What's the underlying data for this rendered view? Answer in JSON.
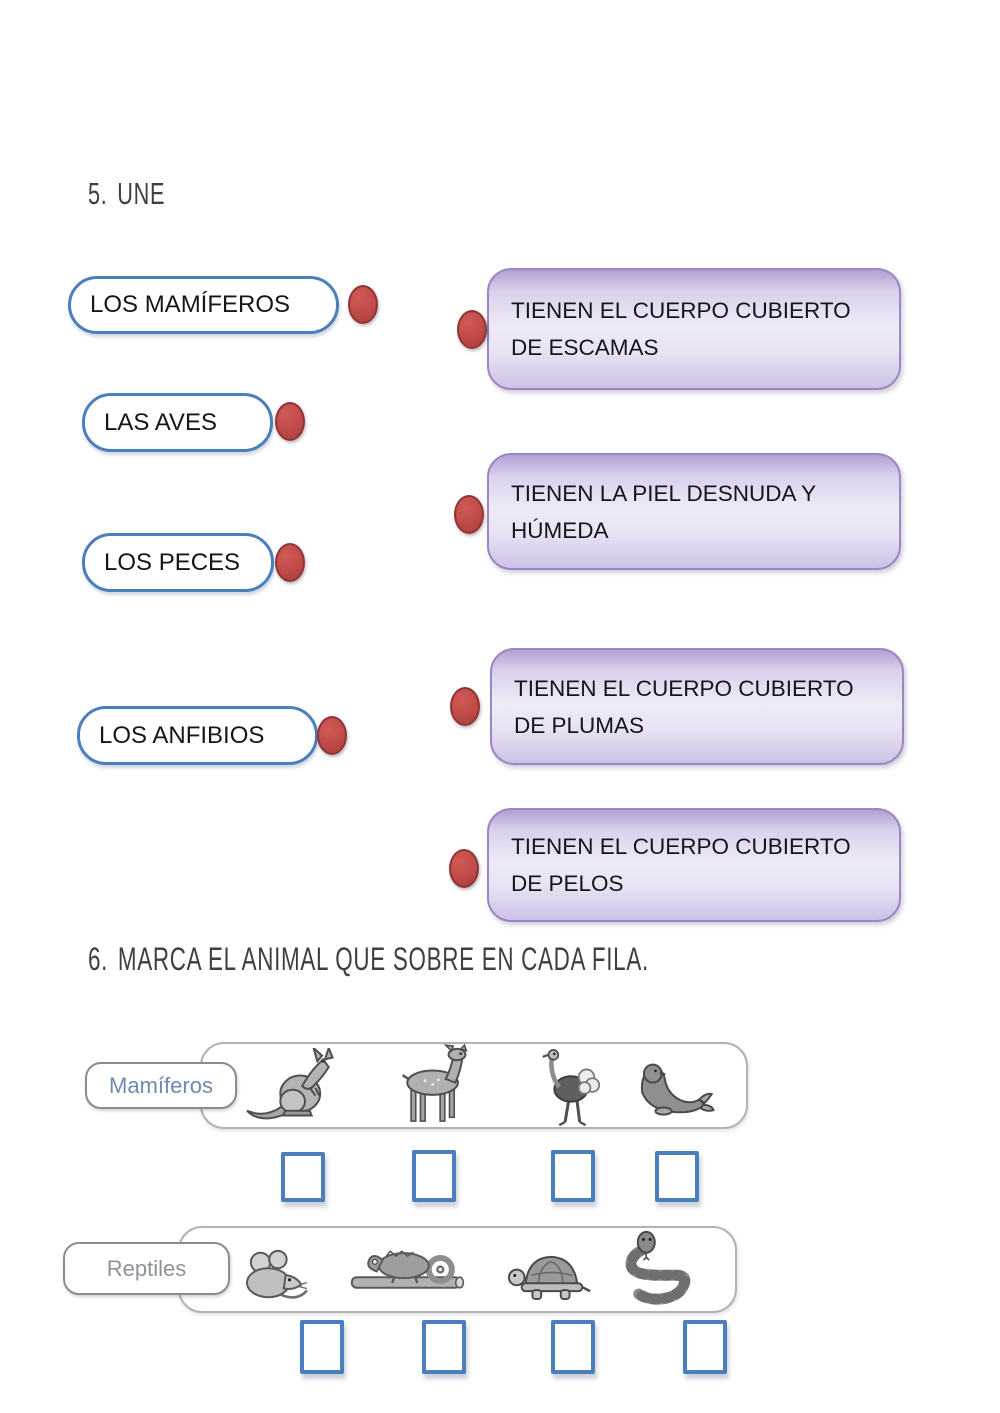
{
  "colors": {
    "accent_blue": "#4a7ebc",
    "connector_red": "#c14b48",
    "connector_red_border": "#903436",
    "purple_border": "#9b87c1",
    "purple_fill_light": "#efebf7",
    "purple_fill_dark": "#b1a0d2",
    "row_label_blue": "#6c8cad",
    "row_label_gray": "#8d9298"
  },
  "exercise5": {
    "number": "5.",
    "title": "UNE",
    "left_items": [
      {
        "label": "LOS MAMÍFEROS"
      },
      {
        "label": "LAS AVES"
      },
      {
        "label": "LOS PECES"
      },
      {
        "label": "LOS ANFIBIOS"
      }
    ],
    "right_items": [
      {
        "label": "TIENEN EL CUERPO CUBIERTO\nDE ESCAMAS"
      },
      {
        "label": "TIENEN LA PIEL DESNUDA Y\nHÚMEDA"
      },
      {
        "label": "TIENEN EL CUERPO CUBIERTO\nDE PLUMAS"
      },
      {
        "label": "TIENEN EL CUERPO CUBIERTO\nDE PELOS"
      }
    ]
  },
  "exercise6": {
    "number": "6.",
    "title": "MARCA EL ANIMAL QUE SOBRE EN CADA FILA.",
    "rows": [
      {
        "label": "Mamíferos",
        "animals": [
          "kangaroo",
          "deer",
          "ostrich",
          "seal"
        ],
        "checkboxes": 4
      },
      {
        "label": "Reptiles",
        "animals": [
          "mouse",
          "chameleon",
          "turtle",
          "snake"
        ],
        "checkboxes": 4
      }
    ]
  }
}
